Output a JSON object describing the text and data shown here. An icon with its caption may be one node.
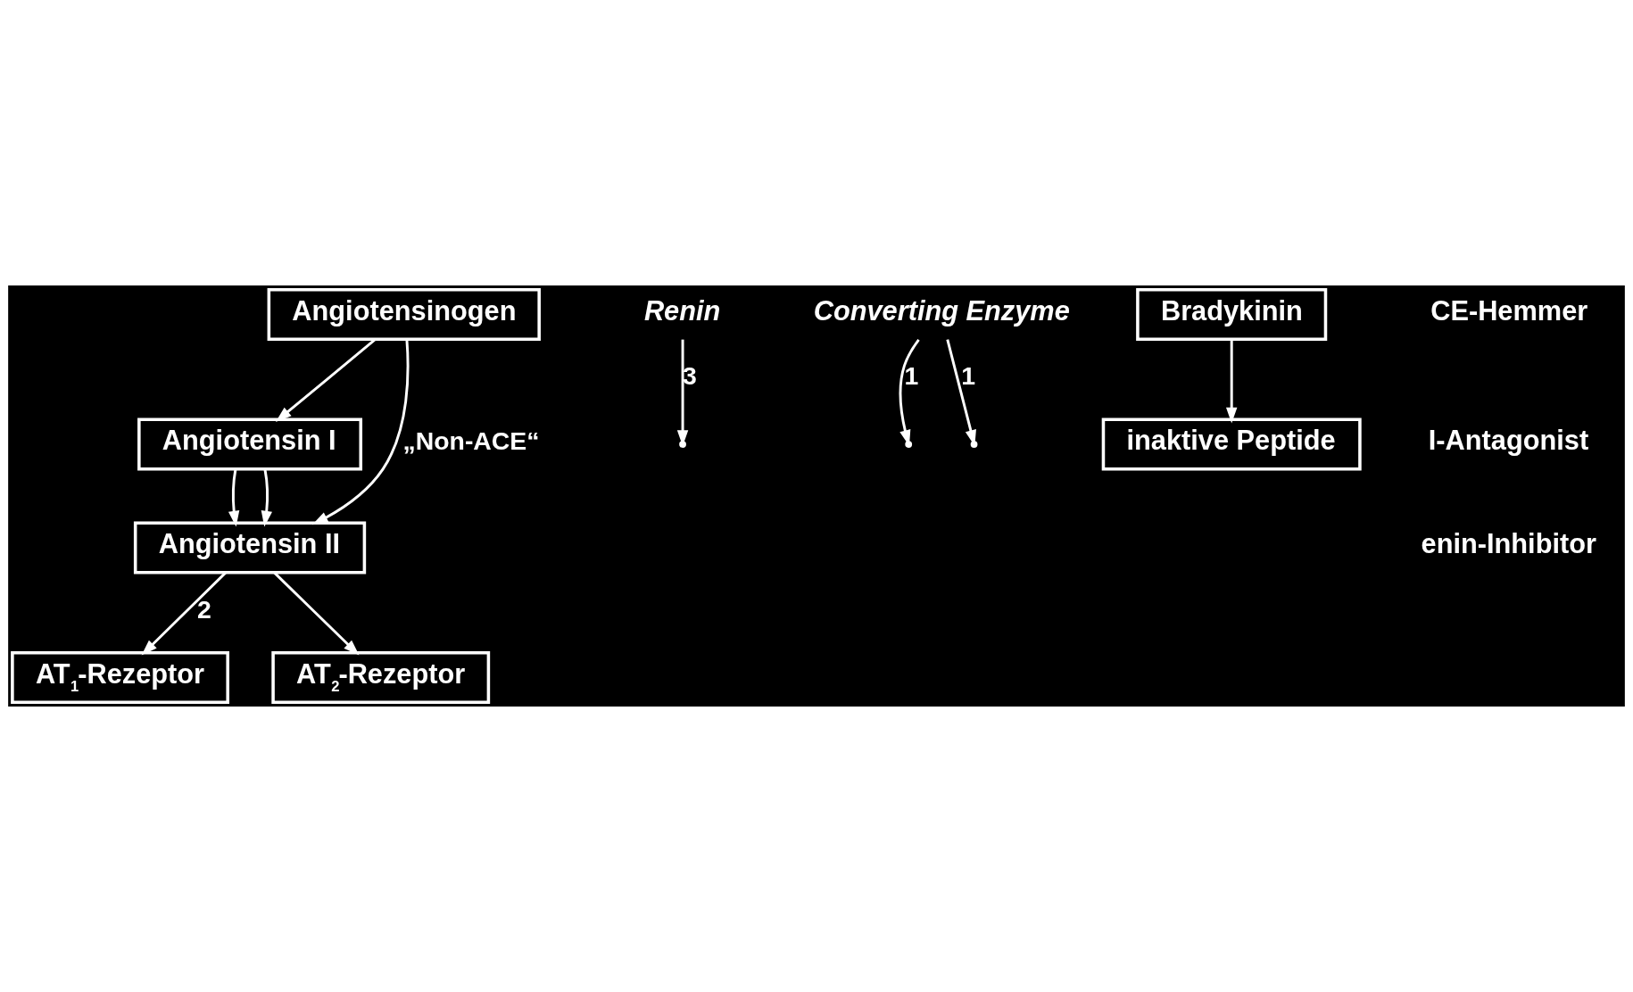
{
  "diagram": {
    "nodes": [
      {
        "text": [
          "Angiotensinogen"
        ]
      },
      {
        "text": [
          "Renin"
        ]
      },
      {
        "text": [
          "Angiotensin I"
        ]
      },
      {
        "text": [
          "Converting Enzyme"
        ]
      },
      {
        "text": [
          "Angiotensin II"
        ]
      },
      {
        "text": [
          "Bradykinin"
        ]
      },
      {
        "text": [
          "inaktive Peptide"
        ]
      },
      {
        "text": [
          "AT$_{1}$-Rezeptor"
        ]
      },
      {
        "text": [
          "AT$_{2}$-Rezeptor"
        ]
      }
    ],
    "edges": [
      {
        "from": 0,
        "to": 2,
        "arrow": "to"
      },
      {
        "from": 1,
        "to": null,
        "arrow": "to",
        "label": "3"
      },
      {
        "from": 2,
        "to": 4,
        "arrow": "to"
      },
      {
        "from": 3,
        "to": null,
        "arrow": "to",
        "label": "1"
      },
      {
        "from": 3,
        "to": null,
        "arrow": "to",
        "label": "1"
      },
      {
        "from": 5,
        "to": 6,
        "arrow": "to"
      },
      {
        "from": 4,
        "to": 7,
        "arrow": "to",
        "label": "2"
      },
      {
        "from": 4,
        "to": 8,
        "arrow": "to"
      },
      {
        "from": 2,
        "to": 4,
        "arrow": "to"
      },
      {
        "from": 0,
        "to": 4,
        "arrow": "to",
        "label": "„Non-ACE“"
      }
    ],
    "labels": [
      "CE-Hemmer",
      "I-Antagonist",
      "enin-Inhibitor"
    ]
  }
}
